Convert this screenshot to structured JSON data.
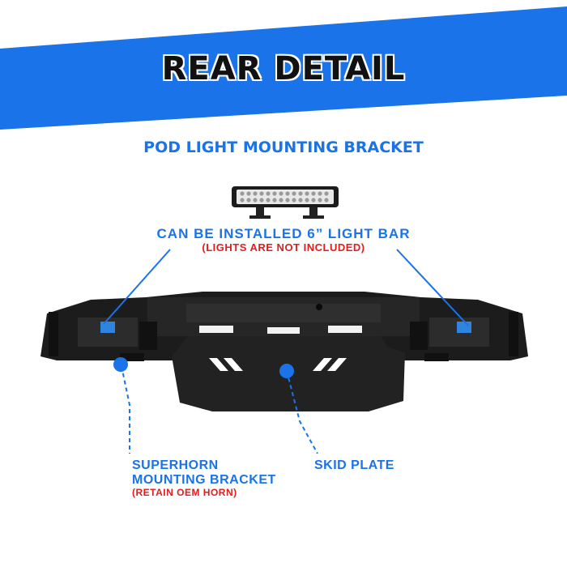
{
  "banner": {
    "title": "REAR  DETAIL",
    "color": "#1a73e8"
  },
  "section": {
    "title": "POD LIGHT MOUNTING BRACKET"
  },
  "callouts": {
    "light_bar": {
      "label": "CAN BE INSTALLED 6” LIGHT BAR",
      "note": "(LIGHTS ARE NOT INCLUDED)"
    },
    "horn_bracket": {
      "line1": "SUPERHORN",
      "line2": "MOUNTING BRACKET",
      "note": "(RETAIN OEM HORN)"
    },
    "skid_plate": {
      "label": "SKID PLATE"
    }
  },
  "colors": {
    "accent": "#1a73e8",
    "warning": "#e21d1d",
    "product": "#1c1c1c"
  },
  "icons": {
    "light_bar": "led-light-bar-image",
    "bumper": "rear-bumper-image",
    "marker": "blue-dot-marker"
  }
}
